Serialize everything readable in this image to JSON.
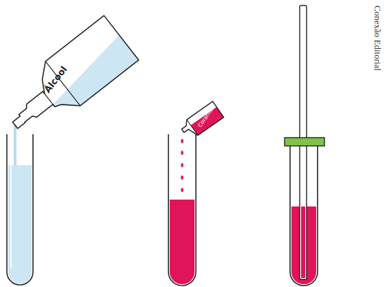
{
  "diagram": {
    "labels": [
      "Álcool",
      "Corante",
      "Conexão Editorial"
    ]
  }
}
